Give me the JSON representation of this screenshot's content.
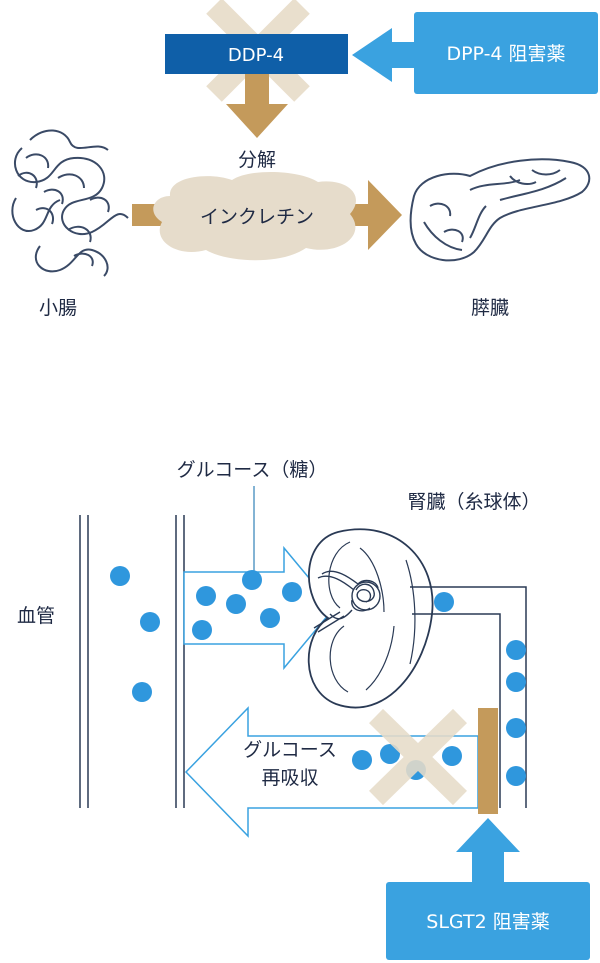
{
  "top": {
    "ddp4_label": "DDP-4",
    "inhibitor_label": "DPP-4 阻害薬",
    "decompose_label": "分解",
    "incretin_label": "インクレチン",
    "small_intestine_label": "小腸",
    "pancreas_label": "膵臓"
  },
  "bottom": {
    "glucose_label": "グルコース（糖）",
    "kidney_label": "腎臓（糸球体）",
    "vessel_label": "血管",
    "reabsorb_line1": "グルコース",
    "reabsorb_line2": "再吸収",
    "sglt2_label": "SLGT2 阻害薬"
  },
  "colors": {
    "dark_blue": "#0f5fa8",
    "light_blue": "#3aa2e0",
    "dot_blue": "#2f97dd",
    "tan": "#c49a5b",
    "cross": "#e7dcc9",
    "blob": "#e6dccb",
    "line": "#2a3a55"
  }
}
